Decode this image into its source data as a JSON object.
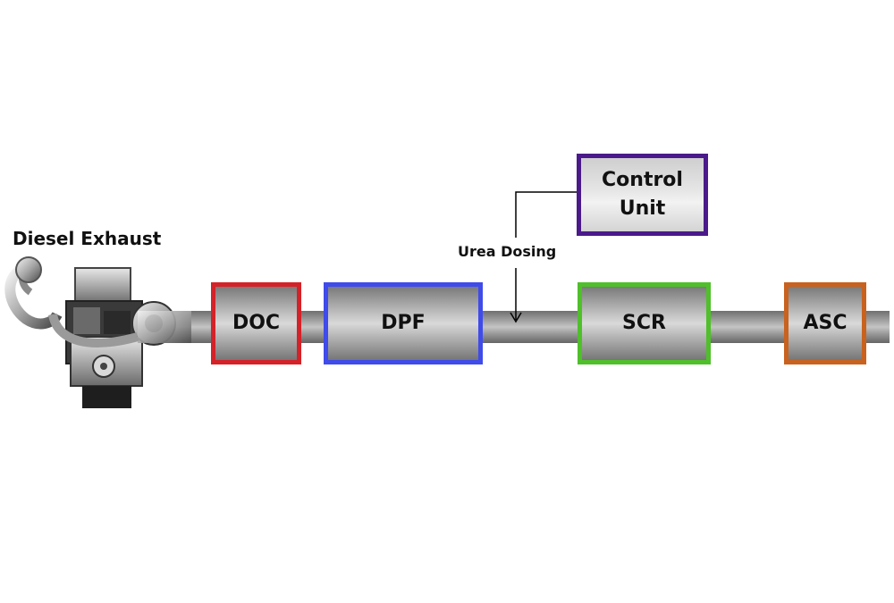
{
  "engine": {
    "title": "Diesel Exhaust",
    "icon": "diesel-engine-icon"
  },
  "dosing": {
    "label": "Urea Dosing"
  },
  "control_unit": {
    "line1": "Control",
    "line2": "Unit",
    "border_color": "#4b1a8a"
  },
  "components": [
    {
      "label": "DOC",
      "border_color": "#d42228"
    },
    {
      "label": "DPF",
      "border_color": "#3f4bea"
    },
    {
      "label": "SCR",
      "border_color": "#4fbf2a"
    },
    {
      "label": "ASC",
      "border_color": "#c9621e"
    }
  ]
}
